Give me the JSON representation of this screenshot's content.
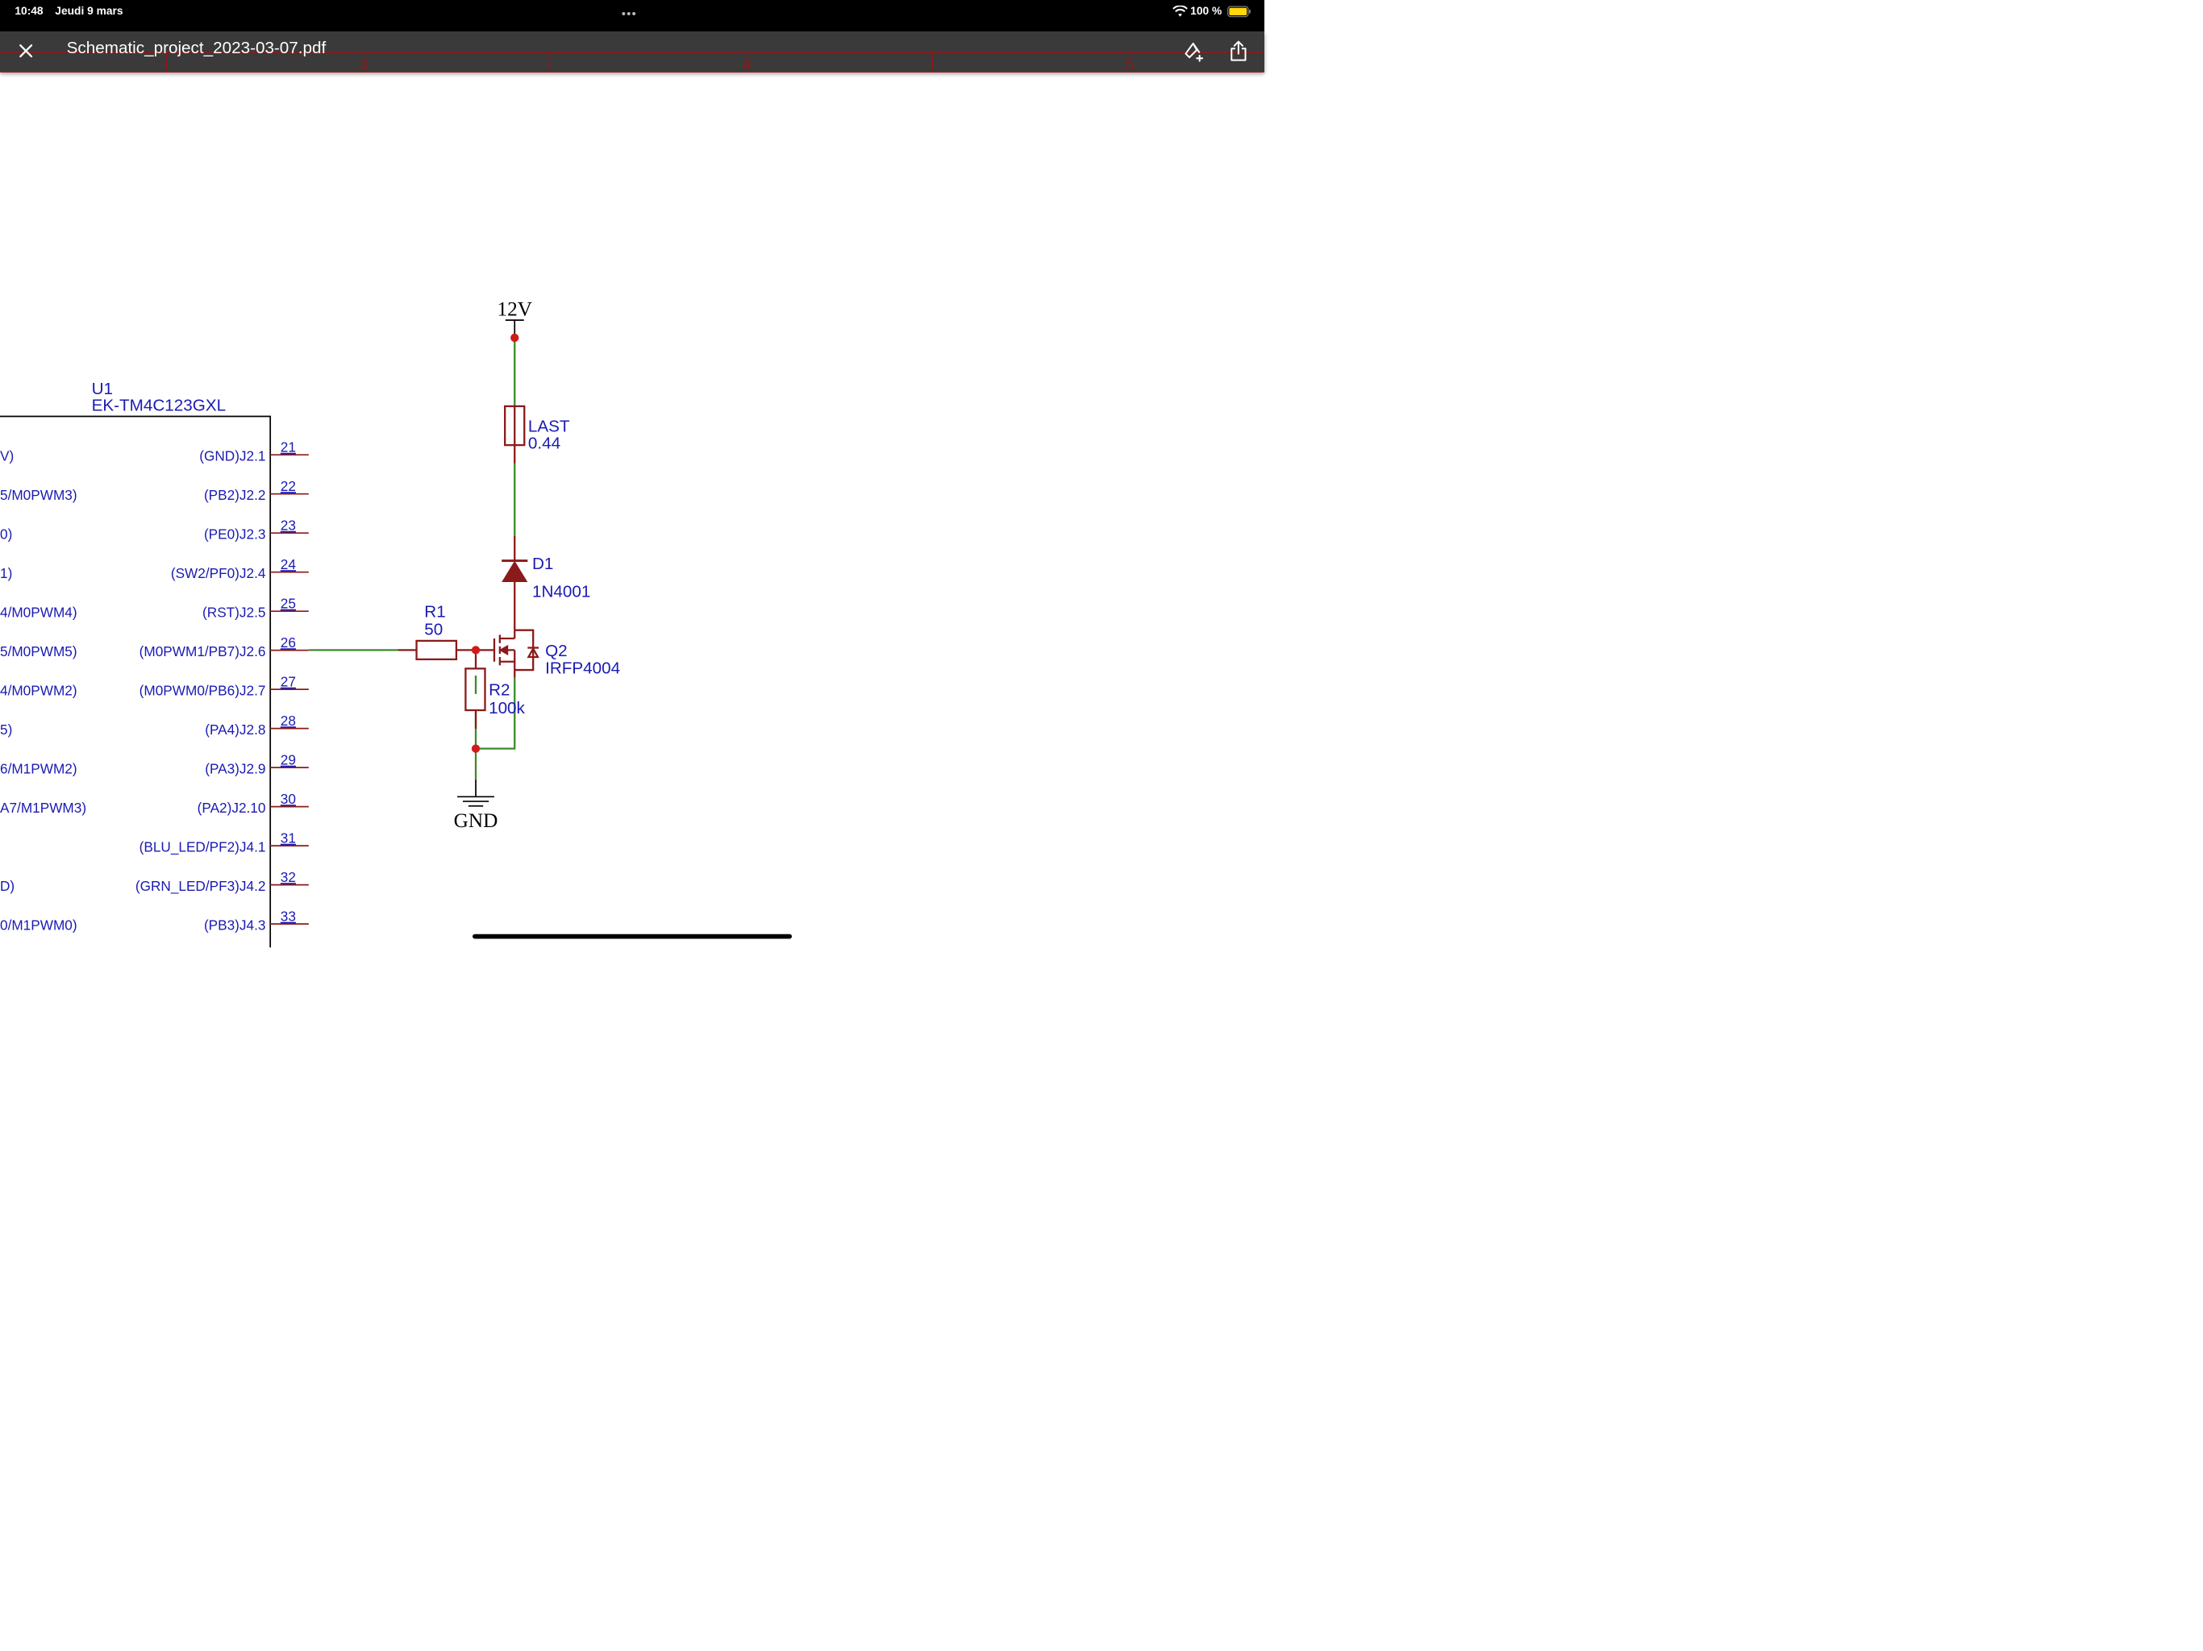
{
  "status_bar": {
    "time": "10:48",
    "date": "Jeudi 9 mars",
    "battery": "100 %"
  },
  "toolbar": {
    "document_title": "Schematic_project_2023-03-07.pdf",
    "close_icon": "close-icon",
    "annotate_icon": "markup-icon",
    "share_icon": "share-icon"
  },
  "schematic": {
    "frame_columns": [
      "3",
      "4",
      "5"
    ],
    "component_ref": "U1",
    "component_name": "EK-TM4C123GXL",
    "left_pin_labels": [
      "V)",
      "5/M0PWM3)",
      "0)",
      "1)",
      "4/M0PWM4)",
      "5/M0PWM5)",
      "4/M0PWM2)",
      "5)",
      "6/M1PWM2)",
      "A7/M1PWM3)",
      "",
      "D)",
      "0/M1PWM0)"
    ],
    "pins": [
      {
        "number": "21",
        "label": "(GND)J2.1"
      },
      {
        "number": "22",
        "label": "(PB2)J2.2"
      },
      {
        "number": "23",
        "label": "(PE0)J2.3"
      },
      {
        "number": "24",
        "label": "(SW2/PF0)J2.4"
      },
      {
        "number": "25",
        "label": "(RST)J2.5"
      },
      {
        "number": "26",
        "label": "(M0PWM1/PB7)J2.6"
      },
      {
        "number": "27",
        "label": "(M0PWM0/PB6)J2.7"
      },
      {
        "number": "28",
        "label": "(PA4)J2.8"
      },
      {
        "number": "29",
        "label": "(PA3)J2.9"
      },
      {
        "number": "30",
        "label": "(PA2)J2.10"
      },
      {
        "number": "31",
        "label": "(BLU_LED/PF2)J4.1"
      },
      {
        "number": "32",
        "label": "(GRN_LED/PF3)J4.2"
      },
      {
        "number": "33",
        "label": "(PB3)J4.3"
      }
    ],
    "power_label": "12V",
    "ground_label": "GND",
    "load_ref": "LAST",
    "load_value": "0.44",
    "diode_ref": "D1",
    "diode_value": "1N4001",
    "r1_ref": "R1",
    "r1_value": "50",
    "r2_ref": "R2",
    "r2_value": "100k",
    "q2_ref": "Q2",
    "q2_value": "IRFP4004"
  },
  "colors": {
    "wire": "#3a8c2a",
    "component": "#8b1a1a",
    "junction": "#d11a1a",
    "label_blue": "#1a1ab4"
  }
}
